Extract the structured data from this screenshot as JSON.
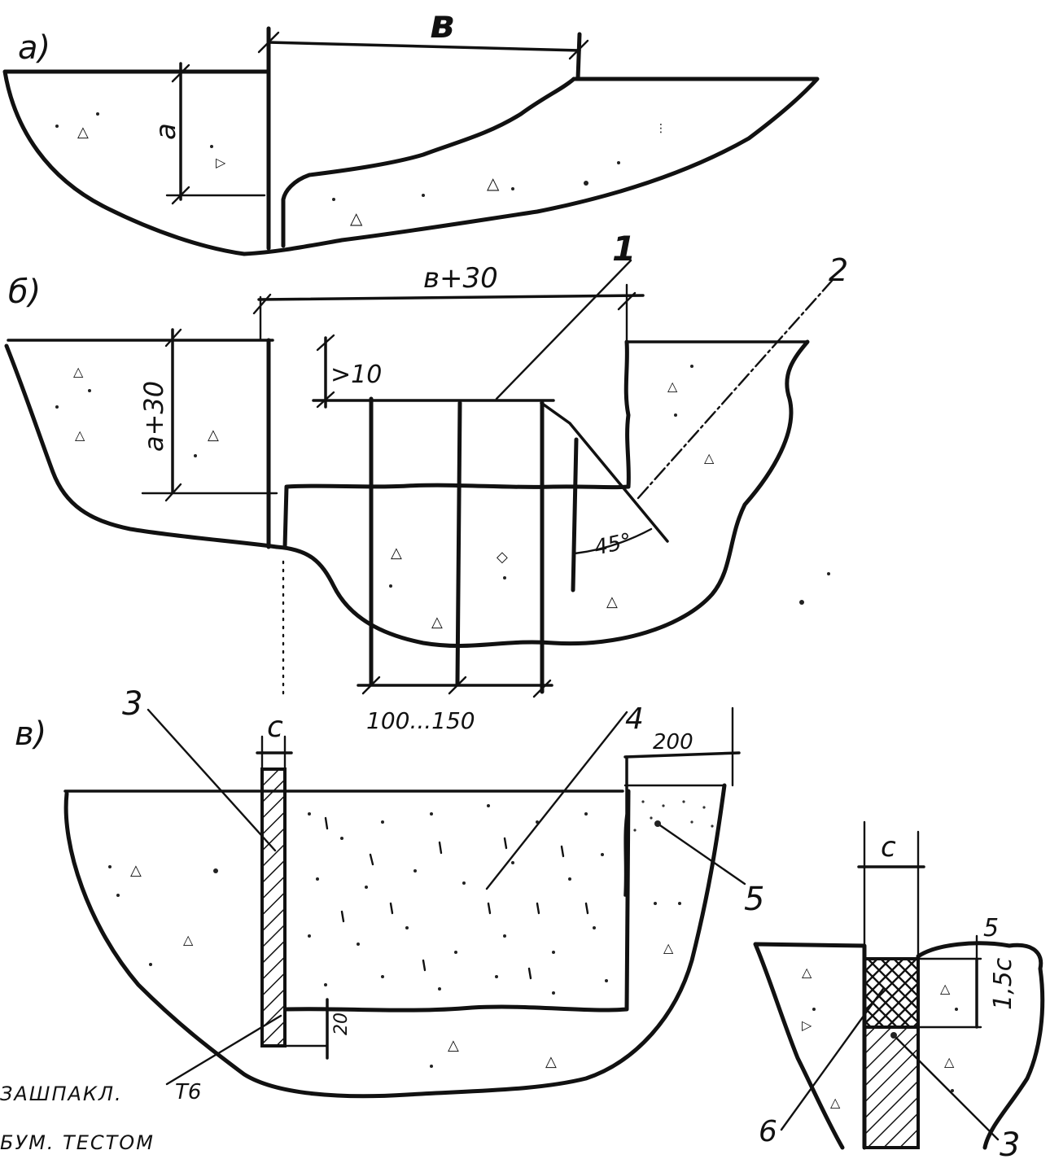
{
  "panels": {
    "a": {
      "label": "а)",
      "dim_width": "в",
      "dim_depth": "a"
    },
    "b": {
      "label": "б)",
      "dim_width": "в+30",
      "dim_depth": "a+30",
      "dim_offset": ">10",
      "angle": "45°",
      "dim_spacing": "100...150"
    },
    "c": {
      "label": "в)",
      "dim_c": "c",
      "dim_200": "200",
      "dim_20": "20"
    },
    "detail": {
      "dim_c": "c",
      "dim_5": "5",
      "dim_15c": "1,5c"
    }
  },
  "callouts": [
    "1",
    "2",
    "3",
    "4",
    "5",
    "6",
    "3"
  ],
  "notes": {
    "line1": "ЗАШПАКЛ.",
    "line2": "БУМ. ТЕСТОМ",
    "code": "Т6"
  },
  "colors": {
    "ink": "#111111",
    "paper": "#ffffff"
  }
}
